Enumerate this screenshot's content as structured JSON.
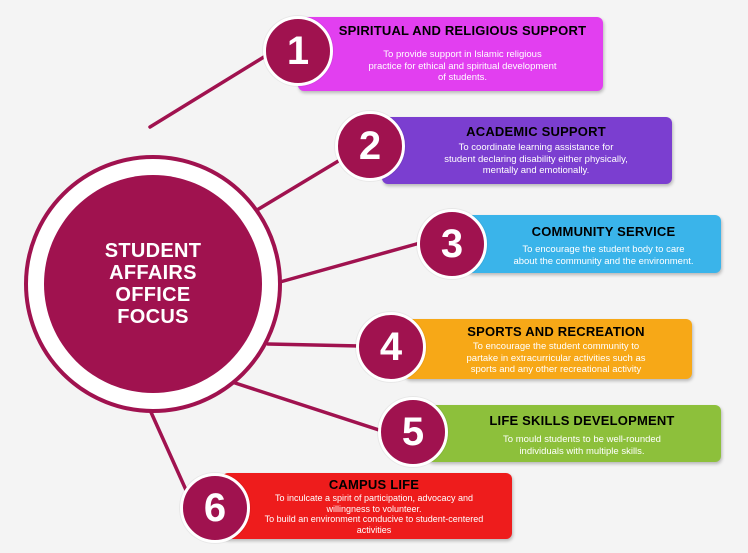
{
  "hub": {
    "title": "STUDENT\nAFFAIRS\nOFFICE FOCUS"
  },
  "items": [
    {
      "number": "1",
      "title": "SPIRITUAL AND RELIGIOUS SUPPORT",
      "description": "To provide support in Islamic religious\npractice for ethical and spiritual development\nof students.",
      "color": "#e23ff0"
    },
    {
      "number": "2",
      "title": "ACADEMIC SUPPORT",
      "description": "To coordinate learning assistance for\nstudent declaring disability either physically,\nmentally and emotionally.",
      "color": "#7b3ed0"
    },
    {
      "number": "3",
      "title": "COMMUNITY SERVICE",
      "description": "To encourage the student body to care\nabout the community and the environment.",
      "color": "#3ab4ea"
    },
    {
      "number": "4",
      "title": "SPORTS AND RECREATION",
      "description": "To encourage the student community to\npartake in extracurricular activities such as\nsports and any other recreational activity",
      "color": "#f7a817"
    },
    {
      "number": "5",
      "title": "LIFE SKILLS DEVELOPMENT",
      "description": "To mould students to be well-rounded\nindividuals with multiple skills.",
      "color": "#8dc03b"
    },
    {
      "number": "6",
      "title": "CAMPUS LIFE",
      "description": "To inculcate a spirit of participation, advocacy and\nwillingness to volunteer.\nTo build an environment conducive to student-centered\nactivities",
      "color": "#ee1c1c"
    }
  ],
  "colors": {
    "accent": "#a0124f",
    "background": "#f4f4f4"
  }
}
